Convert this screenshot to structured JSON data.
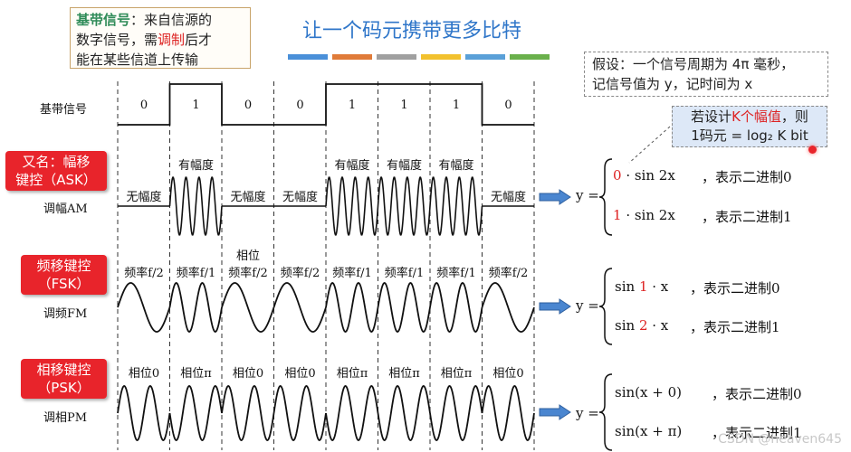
{
  "definition": {
    "term": "基带信号",
    "line1_rest": "：来自信源的",
    "line2_pre": "数字信号，需",
    "line2_red": "调制",
    "line2_post": "后才",
    "line3": "能在某些信道上传输"
  },
  "title": "让一个码元携带更多比特",
  "title_bar_colors": [
    "#4a90d9",
    "#e07b39",
    "#a0a0a0",
    "#f2c12e",
    "#5aa0d8",
    "#6ab04c"
  ],
  "assumption": {
    "line1": "假设：一个信号周期为 4π 毫秒，",
    "line2": "记信号值为 y，记时间为 x"
  },
  "design_note": {
    "pre": "若设计",
    "red": "K个幅值",
    "post": "，则",
    "line2": "1码元 = log₂ K bit"
  },
  "baseband": {
    "label": "基带信号",
    "bits": [
      "0",
      "1",
      "0",
      "0",
      "1",
      "1",
      "1",
      "0"
    ]
  },
  "ask": {
    "badge": [
      "又名：幅移",
      "键控（ASK）"
    ],
    "label": "调幅AM",
    "captions": [
      "无幅度",
      "有幅度",
      "无幅度",
      "无幅度",
      "有幅度",
      "有幅度",
      "有幅度",
      "无幅度"
    ],
    "formula": {
      "top_red": "0",
      "top_rest": " · sin 2x",
      "top_note": "，表示二进制0",
      "bot_red": "1",
      "bot_rest": " · sin 2x",
      "bot_note": "，表示二进制1"
    }
  },
  "fsk": {
    "badge": [
      "频移键控",
      "（FSK）"
    ],
    "label": "调频FM",
    "captions": [
      "频率f/2",
      "频率f/1",
      "频率f/2",
      "频率f/2",
      "频率f/1",
      "频率f/1",
      "频率f/1",
      "频率f/2"
    ],
    "extra_caption": "相位",
    "formula": {
      "top_pre": "sin ",
      "top_red": "1",
      "top_rest": " · x",
      "top_note": "，表示二进制0",
      "bot_pre": "sin ",
      "bot_red": "2",
      "bot_rest": " · x",
      "bot_note": "，表示二进制1"
    }
  },
  "psk": {
    "badge": [
      "相移键控",
      "（PSK）"
    ],
    "label": "调相PM",
    "captions": [
      "相位0",
      "相位π",
      "相位0",
      "相位0",
      "相位π",
      "相位π",
      "相位π",
      "相位0"
    ],
    "formula": {
      "top": "sin(x + 0)",
      "top_note": "，表示二进制0",
      "bot": "sin(x + π)",
      "bot_note": "，表示二进制1"
    }
  },
  "y_eq": "y =",
  "watermark": "CSDN @heaven645"
}
